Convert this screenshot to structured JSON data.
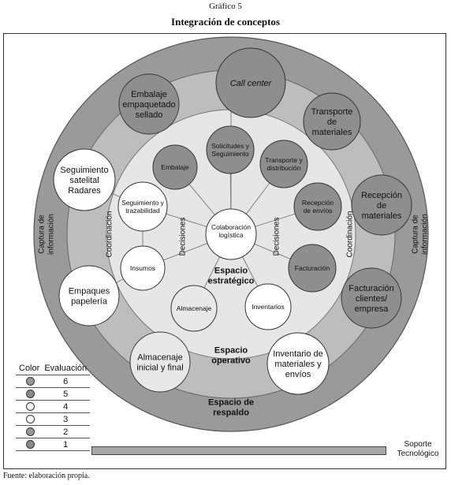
{
  "header": {
    "grafico": "Gráfico 5",
    "title": "Integración de conceptos"
  },
  "colors": {
    "outer_ring": "#9a9a9a",
    "middle_ring": "#bdbdbd",
    "inner_space": "#e6e6e6",
    "dark_node": "#8e8e8e",
    "light_node": "#ffffff",
    "mid_node": "#e8e8e8"
  },
  "spaces": {
    "estrategico": [
      "Espacio",
      "estratégico"
    ],
    "operativo": [
      "Espacio",
      "operativo"
    ],
    "respaldo": [
      "Espacio de",
      "respaldo"
    ]
  },
  "ring_labels": {
    "captura_left": [
      "Captura de",
      "información"
    ],
    "captura_right": [
      "Captura de",
      "información"
    ],
    "coordinacion_left": "Coordinación",
    "coordinacion_right": "Coordinación",
    "decisiones_left": "Decisiones",
    "decisiones_right": "Decisiones"
  },
  "nodes": {
    "center": [
      "Colaboración",
      "logística"
    ],
    "call_center": [
      "Call center"
    ],
    "embalaje_sellado": [
      "Embalaje",
      "empaquetado",
      "sellado"
    ],
    "transporte_materiales": [
      "Transporte",
      "de",
      "materiales"
    ],
    "seguimiento_satelital": [
      "Seguimiento",
      "satelital",
      "Radares"
    ],
    "recepcion_materiales": [
      "Recepción",
      "de",
      "materiales"
    ],
    "empaques_papeleria": [
      "Empaques",
      "papelería"
    ],
    "facturacion_clientes": [
      "Facturación",
      "clientes/",
      "empresa"
    ],
    "almacenaje_inicial": [
      "Almacenaje",
      "inicial y final"
    ],
    "inventario_envios": [
      "Inventario de",
      "materiales y",
      "envíos"
    ],
    "solicitudes": [
      "Solicitudes y",
      "Seguimiento"
    ],
    "embalaje": [
      "Embalaje"
    ],
    "transporte_distribucion": [
      "Transporte y",
      "distribución"
    ],
    "seguimiento_trazabilidad": [
      "Seguimiento y",
      "trazabilidad"
    ],
    "recepcion_envios": [
      "Recepción",
      "de envíos"
    ],
    "insumos": [
      "Insumos"
    ],
    "facturacion": [
      "Facturación"
    ],
    "almacenaje": [
      "Almacenaje"
    ],
    "inventarios": [
      "Inventarios"
    ]
  },
  "legend": {
    "col_color": "Color",
    "col_eval": "Evaluación",
    "rows": [
      {
        "value": "6",
        "color": "#9a9a9a"
      },
      {
        "value": "5",
        "color": "#8a8a8a"
      },
      {
        "value": "4",
        "color": "#f2f2f2"
      },
      {
        "value": "3",
        "color": "#ffffff"
      },
      {
        "value": "2",
        "color": "#9a9a9a"
      },
      {
        "value": "1",
        "color": "#8a8a8a"
      }
    ]
  },
  "soporte": [
    "Soporte",
    "Tecnológico"
  ],
  "fuente": "Fuente: elaboración propia."
}
